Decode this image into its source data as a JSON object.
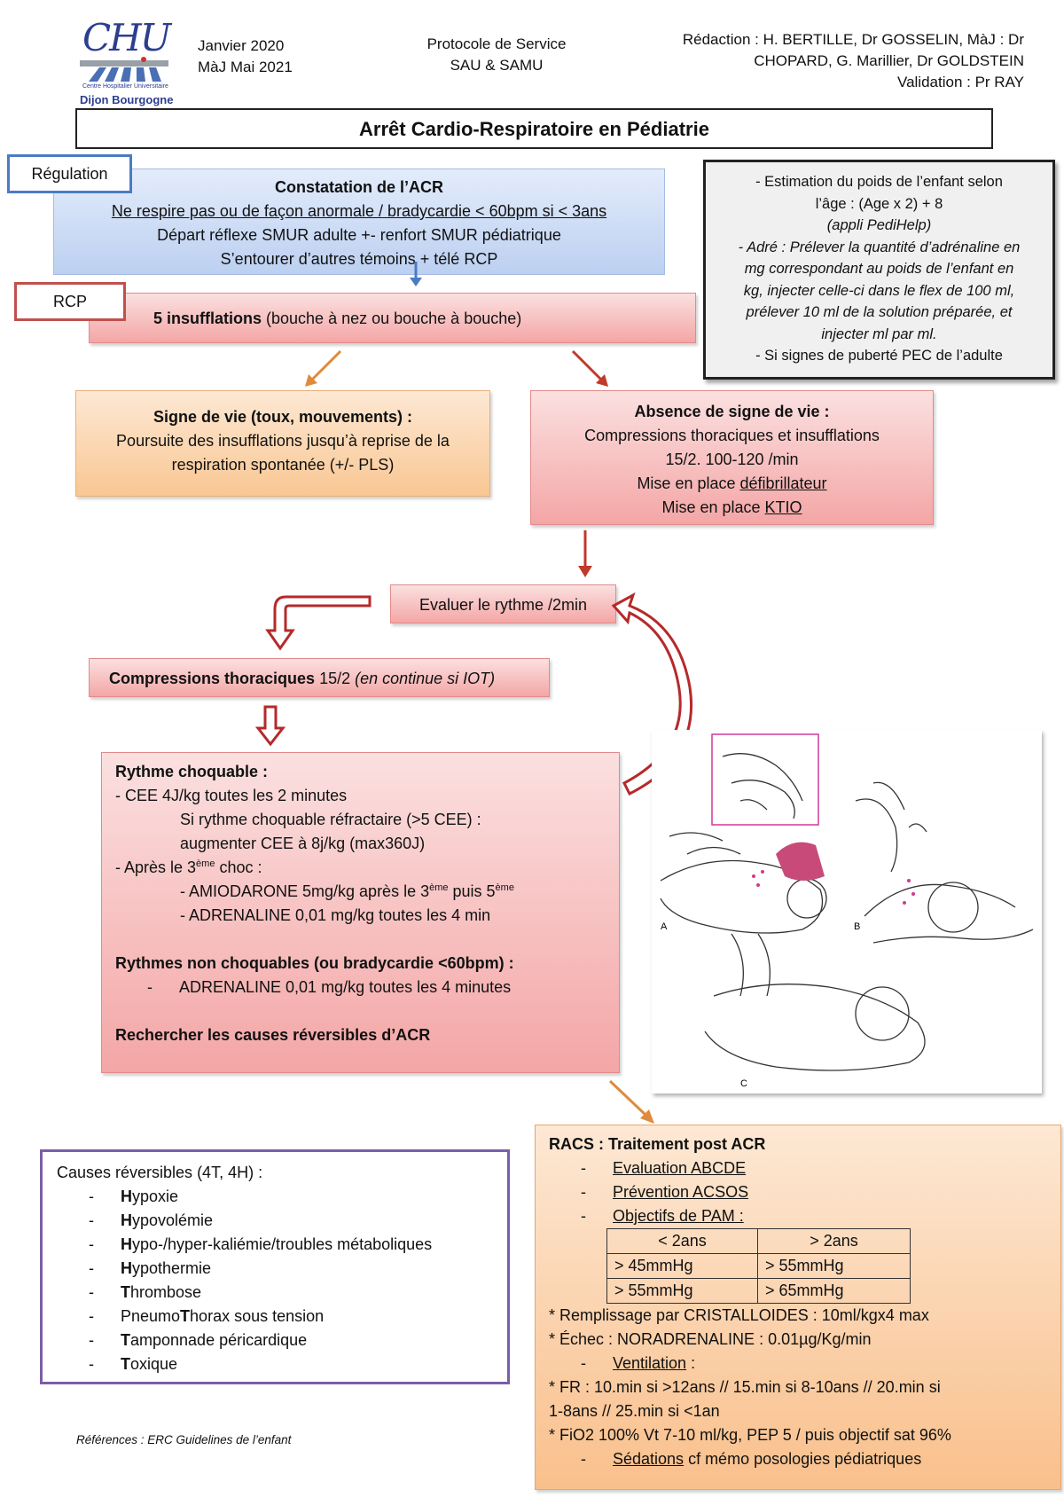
{
  "header": {
    "logo": {
      "name": "CHU",
      "subtitle": "Centre Hospitalier Universitaire",
      "city": "Dijon Bourgogne"
    },
    "date_line1": "Janvier 2020",
    "date_line2": "MàJ Mai 2021",
    "protocol_line1": "Protocole de Service",
    "protocol_line2": "SAU & SAMU",
    "redaction_line1": "Rédaction : H. BERTILLE, Dr GOSSELIN, MàJ : Dr",
    "redaction_line2": "CHOPARD, G. Marillier, Dr GOLDSTEIN",
    "validation": "Validation : Pr RAY"
  },
  "title": "Arrêt Cardio-Respiratoire en Pédiatrie",
  "tags": {
    "regulation": "Régulation",
    "rcp": "RCP"
  },
  "constatation": {
    "title": "Constatation de l’ACR",
    "line1": "Ne respire pas ou de façon anormale / bradycardie < 60bpm si < 3ans",
    "line2": "Départ réflexe SMUR adulte +- renfort SMUR pédiatrique",
    "line3": "S’entourer d’autres témoins + télé RCP"
  },
  "insufflations": {
    "bold": "5 insufflations",
    "rest": " (bouche à nez ou bouche à bouche)"
  },
  "info_box": {
    "l1": "- Estimation du poids de l’enfant selon",
    "l2": "l’âge : (Age x 2) + 8",
    "l3": "(appli PediHelp)",
    "l4": "- Adré : Prélever la quantité d’adrénaline en",
    "l5": "mg correspondant au poids de l’enfant en",
    "l6": "kg, injecter celle-ci dans le flex de 100 ml,",
    "l7": "prélever 10 ml de la solution préparée, et",
    "l8": "injecter ml par ml.",
    "l9": "- Si signes de puberté PEC de l’adulte"
  },
  "signe_vie": {
    "title": "Signe de vie (toux, mouvements) :",
    "line1": "Poursuite des insufflations jusqu’à reprise de la",
    "line2": "respiration spontanée (+/- PLS)"
  },
  "absence_vie": {
    "title": "Absence de signe de vie :",
    "line1": "Compressions thoraciques et insufflations",
    "line2": "15/2. 100-120 /min",
    "line3_pre": "Mise en place ",
    "line3_link": "défibrillateur",
    "line4_pre": "Mise en place ",
    "line4_link": "KTIO"
  },
  "evaluer": "Evaluer le rythme /2min",
  "compressions": {
    "bold": "Compressions thoraciques",
    "mid": " 15/2 ",
    "italic": "(en continue si IOT)"
  },
  "rythme": {
    "title": "Rythme choquable :",
    "l1": "- CEE 4J/kg toutes les 2 minutes",
    "l2": "Si rythme choquable réfractaire (>5 CEE) :",
    "l3": "augmenter CEE à 8j/kg (max360J)",
    "l4_pre": "- Après le 3",
    "l4_sup": "ème",
    "l4_post": " choc :",
    "l5_pre": "- AMIODARONE 5mg/kg après le 3",
    "l5_sup1": "ème",
    "l5_mid": " puis 5",
    "l5_sup2": "ème",
    "l6": "- ADRENALINE 0,01 mg/kg toutes les 4 min",
    "title2": "Rythmes non choquables (ou bradycardie <60bpm) :",
    "l7_dash": "-",
    "l7": "ADRENALINE 0,01 mg/kg toutes les 4 minutes",
    "title3": "Rechercher les causes réversibles d’ACR"
  },
  "illustration": {
    "label_a": "A",
    "label_b": "B",
    "label_c": "C"
  },
  "causes": {
    "title": "Causes réversibles (4T, 4H) :",
    "items": [
      {
        "first": "H",
        "rest": "ypoxie"
      },
      {
        "first": "H",
        "rest": "ypovolémie"
      },
      {
        "first": "H",
        "rest": "ypo-/hyper-kaliémie/troubles métaboliques"
      },
      {
        "first": "H",
        "rest": "ypothermie"
      },
      {
        "first": "T",
        "rest": "hrombose"
      },
      {
        "first": "",
        "rest": "PneumoThorax sous tension"
      },
      {
        "first": "T",
        "rest": "amponnade péricardique"
      },
      {
        "first": "T",
        "rest": "oxique"
      }
    ],
    "dash": "-"
  },
  "references": "Références : ERC Guidelines de l’enfant",
  "racs": {
    "title": "RACS : Traitement post ACR",
    "i1": "Evaluation ABCDE",
    "i2": "Prévention ACSOS",
    "i3": "Objectifs de PAM :",
    "table": [
      [
        "< 2ans",
        "> 2ans"
      ],
      [
        "> 45mmHg",
        "> 55mmHg"
      ],
      [
        "> 55mmHg",
        "> 65mmHg"
      ]
    ],
    "l1": "* Remplissage par CRISTALLOIDES : 10ml/kgx4 max",
    "l2": "* Échec : NORADRENALINE : 0.01µg/Kg/min",
    "i4": "Ventilation",
    "i4_post": " :",
    "l3": "* FR : 10.min si >12ans // 15.min si 8-10ans // 20.min si",
    "l4": "1-8ans // 25.min si <1an",
    "l5": "* FiO2 100% Vt 7-10 ml/kg, PEP 5 / puis objectif sat 96%",
    "i5": "Sédations",
    "i5_post": " cf mémo posologies pédiatriques",
    "dash": "-"
  },
  "colors": {
    "blue_box": "#bcd0f1",
    "red_box": "#f4a6a6",
    "orange_box": "#f9c793",
    "regulation_border": "#4a7cc4",
    "rcp_border": "#c0504d",
    "causes_border": "#7b5ea7",
    "arrow_red": "#c0392b",
    "arrow_orange": "#e08a3c"
  }
}
